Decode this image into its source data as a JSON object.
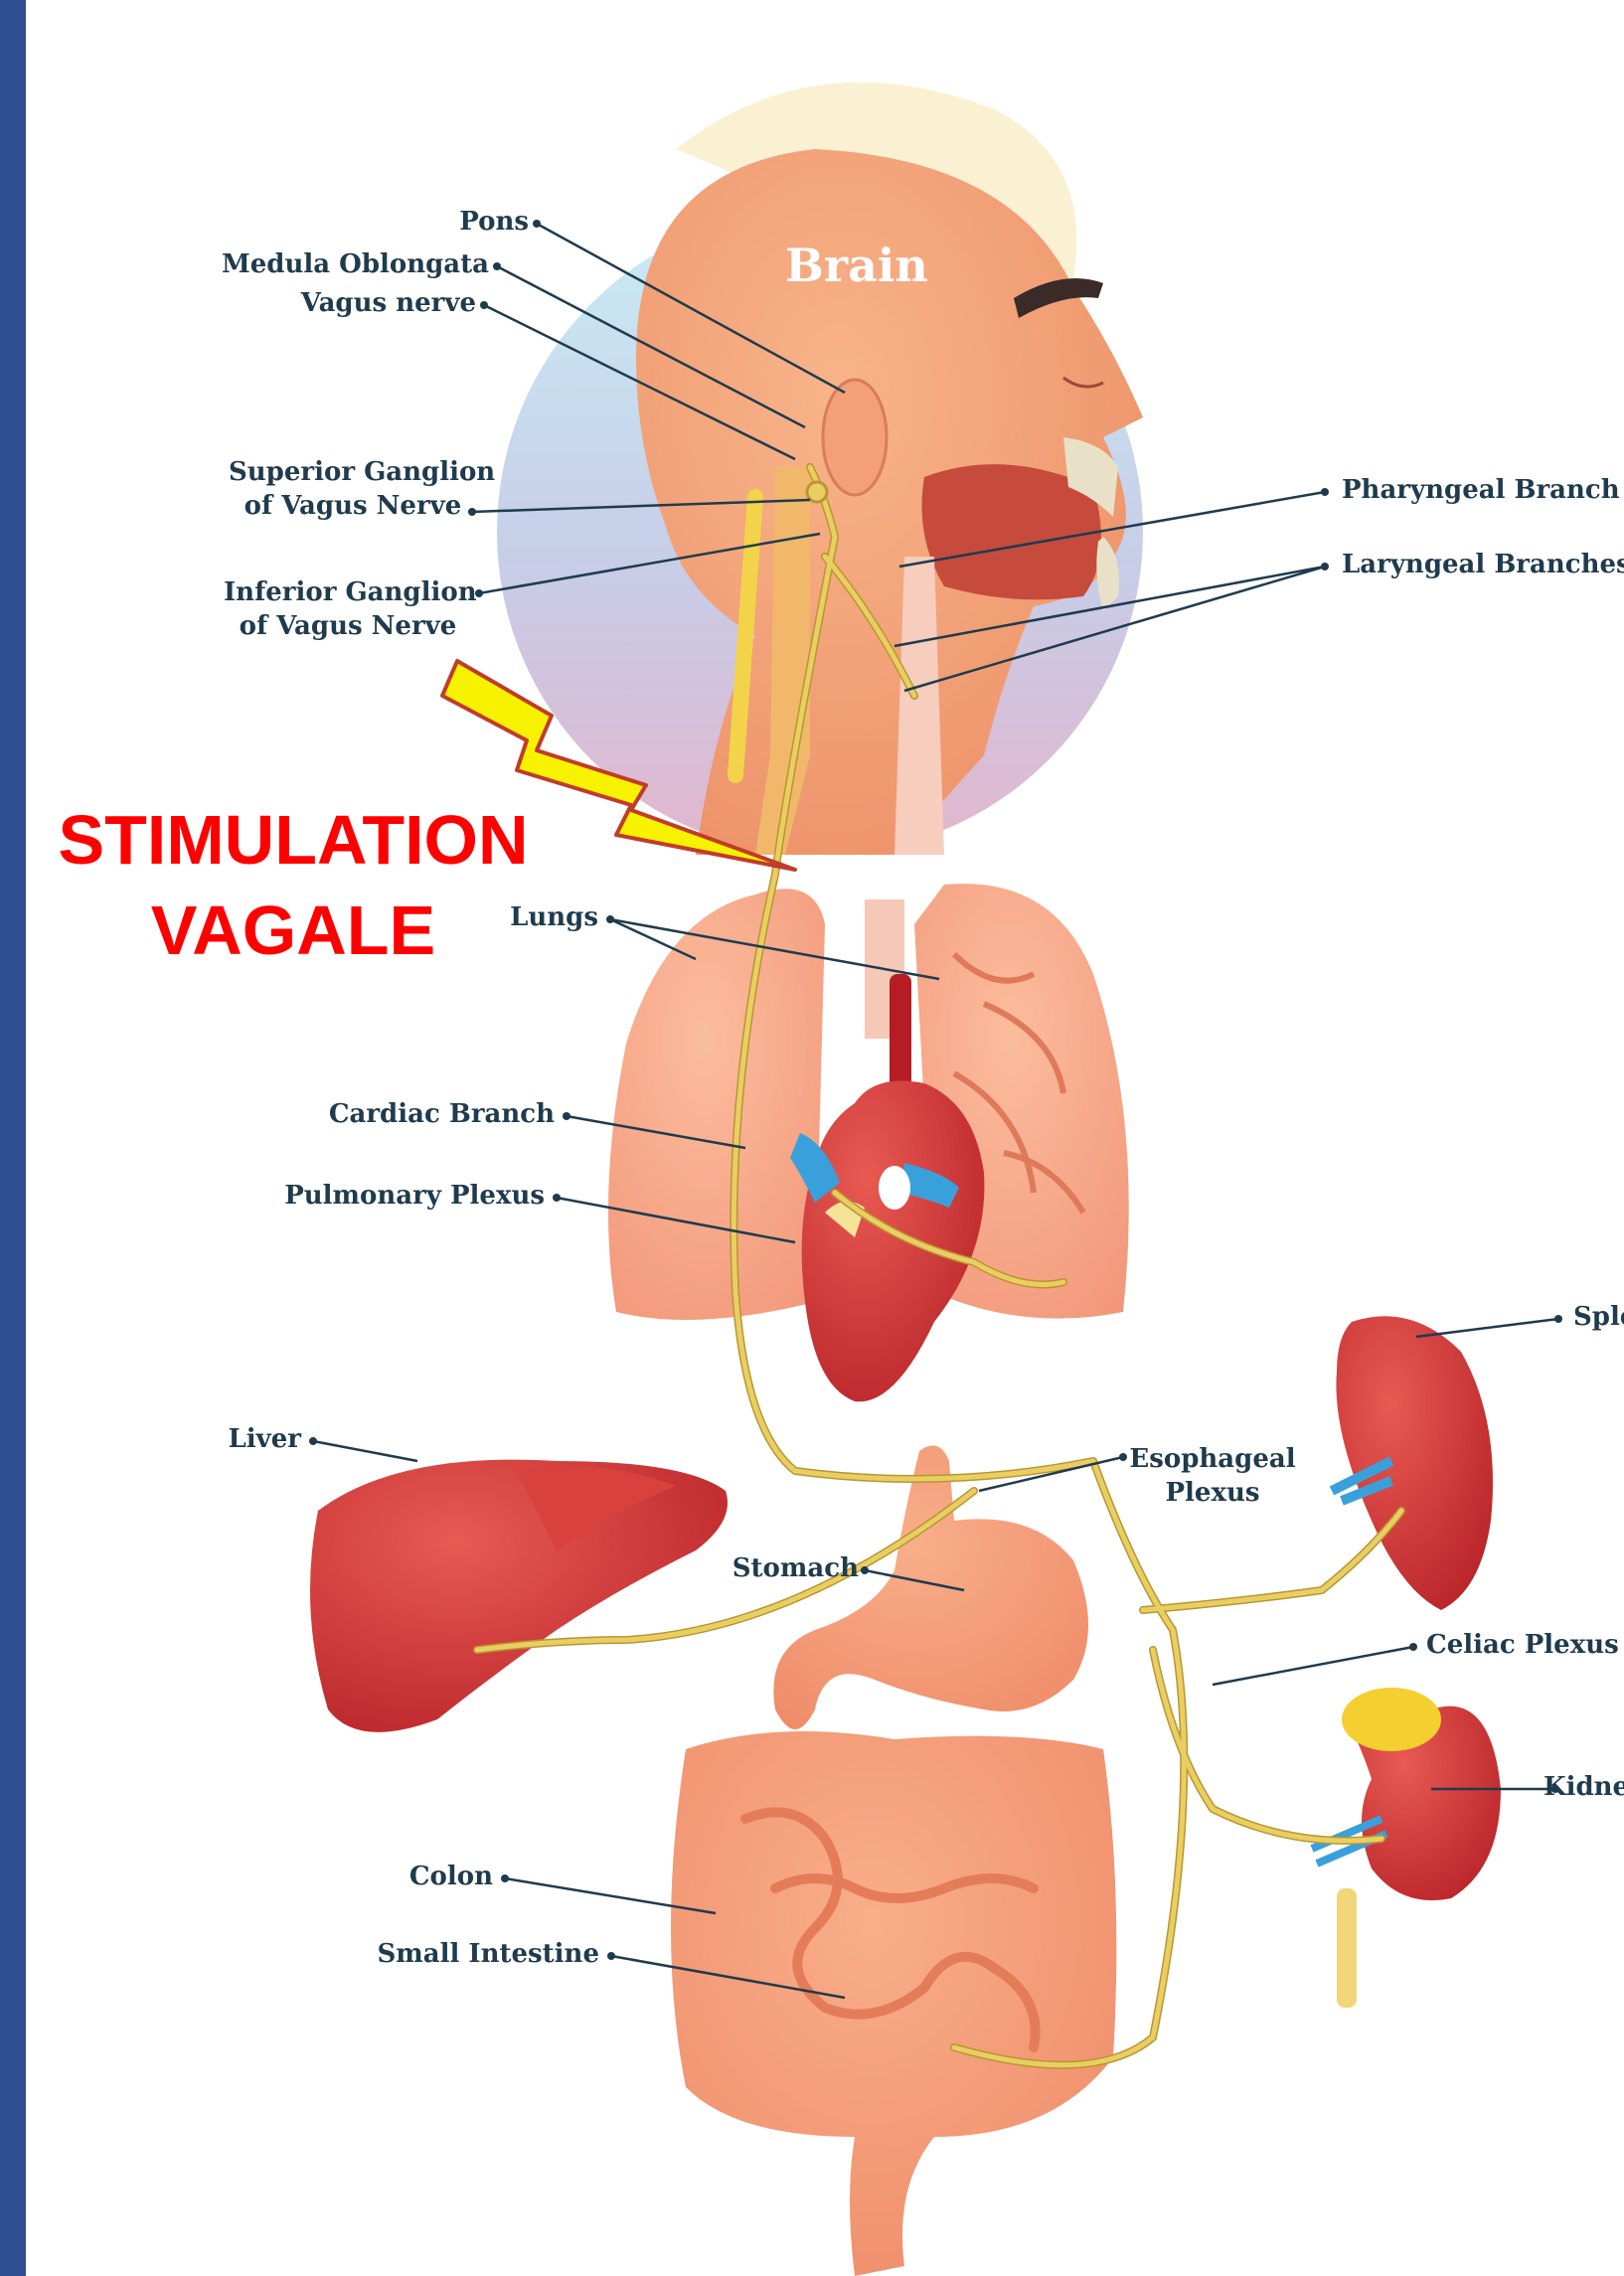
{
  "colors": {
    "frame": "#2e4f91",
    "headline": "#ff0000",
    "label": "#1f3b4d",
    "nerve": "#e9cf63",
    "nerve_edge": "#b9962f",
    "bolt_fill": "#f7f200",
    "bolt_edge": "#c23b2a"
  },
  "icons": [
    "brain-icon",
    "head-icon",
    "lungs-icon",
    "heart-icon",
    "liver-icon",
    "spleen-icon",
    "stomach-icon",
    "kidney-icon",
    "intestine-icon",
    "lightning-bolt-icon"
  ],
  "headline": {
    "line1": "STIMULATION",
    "line2": "VAGALE"
  },
  "brain_title": "Brain",
  "labels": {
    "pons": "Pons",
    "medula_oblongata": "Medula Oblongata",
    "vagus_nerve": "Vagus nerve",
    "superior_ganglion_1": "Superior Ganglion",
    "superior_ganglion_2": "of Vagus Nerve",
    "inferior_ganglion_1": "Inferior Ganglion",
    "inferior_ganglion_2": "of Vagus Nerve",
    "pharyngeal_branch": "Pharyngeal Branch",
    "laryngeal_branches": "Laryngeal Branches",
    "lungs": "Lungs",
    "cardiac_branch": "Cardiac Branch",
    "pulmonary_plexus": "Pulmonary Plexus",
    "spleen": "Spleen",
    "liver": "Liver",
    "esophageal_plexus_1": "Esophageal",
    "esophageal_plexus_2": "Plexus",
    "stomach": "Stomach",
    "celiac_plexus": "Celiac Plexus",
    "kidney": "Kidne",
    "colon": "Colon",
    "small_intestine": "Small Intestine"
  }
}
